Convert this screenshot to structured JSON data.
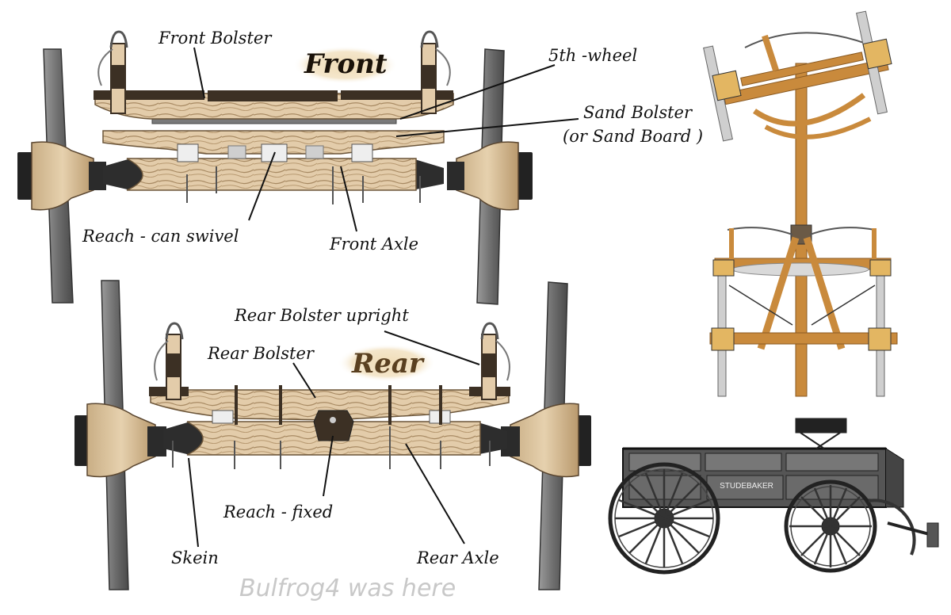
{
  "front_assembly": {
    "title": "Front",
    "labels": {
      "front_bolster": "Front Bolster",
      "fifth_wheel": "5th -wheel",
      "sand_bolster": "Sand Bolster",
      "sand_board": "(or Sand Board )",
      "reach_swivel": "Reach - can swivel",
      "front_axle": "Front Axle"
    }
  },
  "rear_assembly": {
    "title": "Rear",
    "labels": {
      "rear_bolster_upright": "Rear Bolster upright",
      "rear_bolster": "Rear Bolster",
      "reach_fixed": "Reach - fixed",
      "skein": "Skein",
      "rear_axle": "Rear Axle"
    }
  },
  "wagon_illustration": {
    "brand_text": "STUDEBAKER"
  },
  "watermark": "Bulfrog4 was here",
  "colors": {
    "wood": "#e3ccaa",
    "wood_grain": "#a88a63",
    "iron": "#3c3024",
    "wheel": "#777777",
    "frame_orange": "#c98a3c",
    "label_highlight": "#f2e1bf",
    "watermark": "#c8c8c8"
  }
}
